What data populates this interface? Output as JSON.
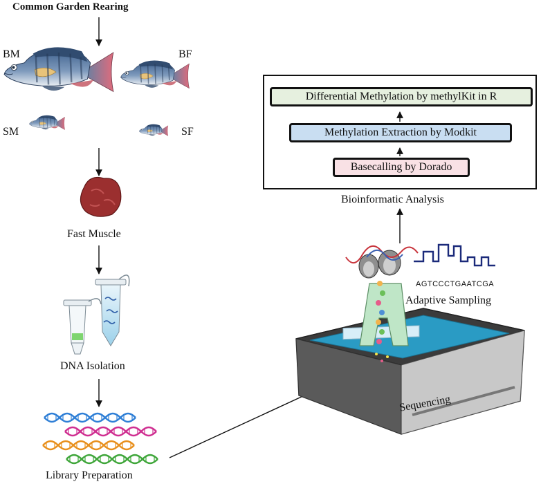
{
  "title": "Common Garden Rearing",
  "groups": [
    {
      "code": "BM"
    },
    {
      "code": "BF"
    },
    {
      "code": "SM"
    },
    {
      "code": "SF"
    }
  ],
  "steps": {
    "tissue": "Fast Muscle",
    "isolation": "DNA Isolation",
    "library": "Library Preparation",
    "sequencing": "Sequencing",
    "adaptive": "Adaptive Sampling",
    "analysis": "Bioinformatic Analysis"
  },
  "read_sequence": "AGTCCCTGAATCGA",
  "pipeline": [
    {
      "label": "Differential Methylation by methylKit in R",
      "color": "#e6f0df"
    },
    {
      "label": "Methylation Extraction by Modkit",
      "color": "#c9def2"
    },
    {
      "label": "Basecalling by Dorado",
      "color": "#f9e1e5"
    }
  ],
  "colors": {
    "fish_body": "#5e7ea6",
    "fish_tail": "#d8707e",
    "muscle": "#9b2f2f",
    "dna_strands": [
      "#2f7fd6",
      "#cf2f91",
      "#e8901d",
      "#3fa63a"
    ],
    "flowcell_screen": "#2a9bc4",
    "signal": "#1b2a7a"
  }
}
